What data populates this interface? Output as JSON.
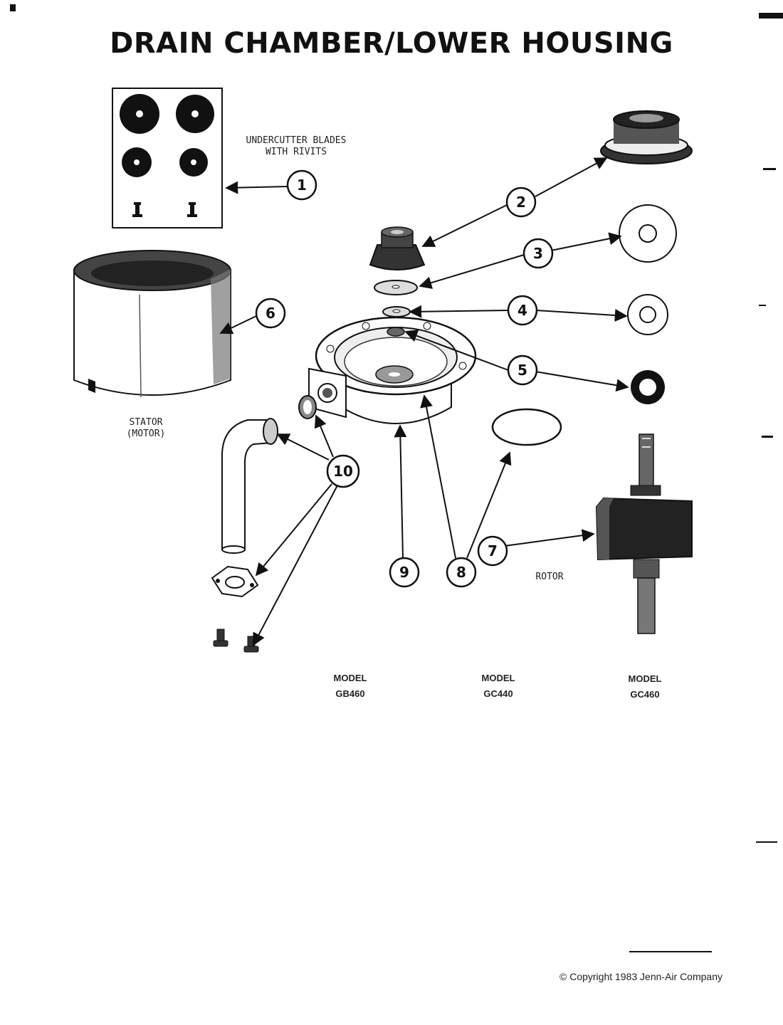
{
  "title": "DRAIN CHAMBER/LOWER HOUSING",
  "labels": {
    "undercutter_line1": "UNDERCUTTER BLADES",
    "undercutter_line2": "WITH RIVITS",
    "stator_line1": "STATOR",
    "stator_line2": "(MOTOR)",
    "rotor": "ROTOR"
  },
  "callouts": {
    "c1": "1",
    "c2": "2",
    "c3": "3",
    "c4": "4",
    "c5": "5",
    "c6": "6",
    "c7": "7",
    "c8": "8",
    "c9": "9",
    "c10": "10"
  },
  "models": [
    {
      "heading": "MODEL",
      "number": "GB460"
    },
    {
      "heading": "MODEL",
      "number": "GC440"
    },
    {
      "heading": "MODEL",
      "number": "GC460"
    }
  ],
  "copyright": "© Copyright 1983 Jenn-Air Company"
}
